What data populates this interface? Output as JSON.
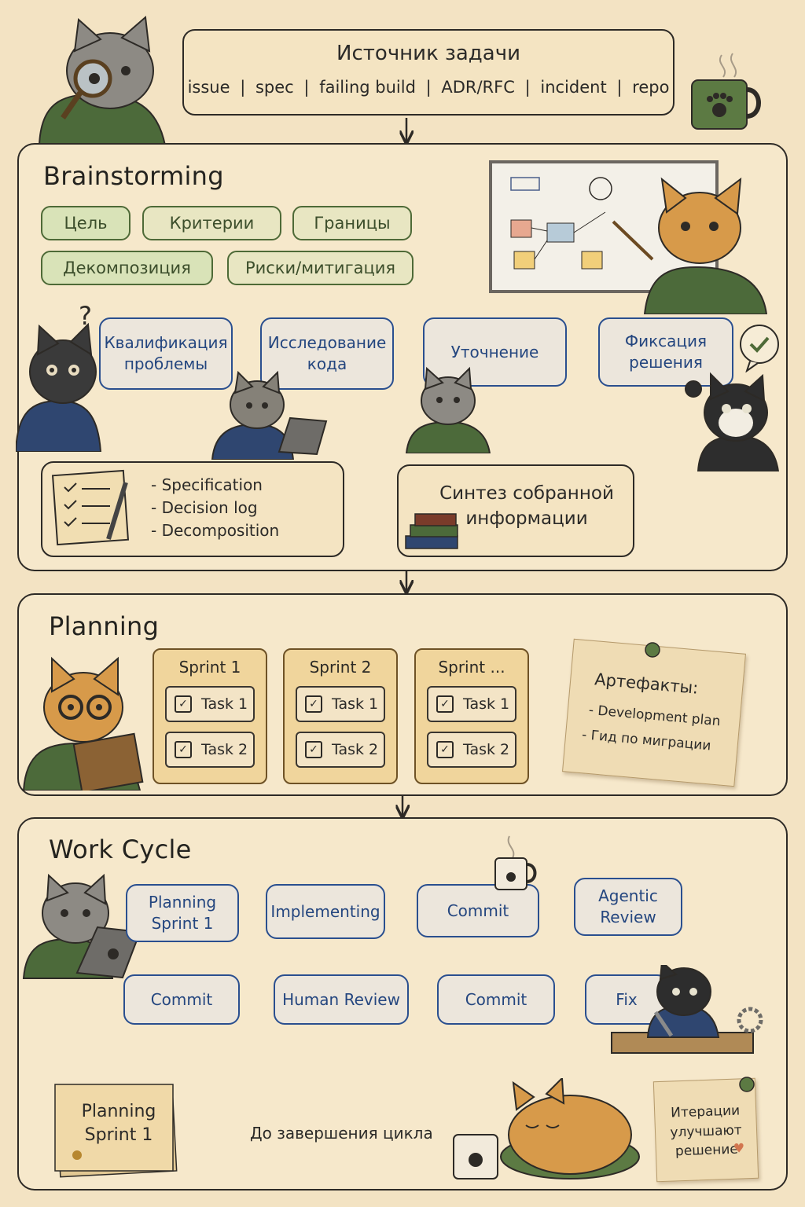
{
  "source": {
    "title": "Источник задачи",
    "items": [
      "issue",
      "spec",
      "failing build",
      "ADR/RFC",
      "incident",
      "repo"
    ],
    "separator": "|"
  },
  "brainstorming": {
    "title": "Brainstorming",
    "tags": [
      "Цель",
      "Критерии",
      "Границы",
      "Декомпозиция",
      "Риски/митигация"
    ],
    "steps": [
      "Квалификация проблемы",
      "Исследование кода",
      "Уточнение",
      "Фиксация решения"
    ],
    "synthesis": "Синтез собранной информации",
    "outputs": [
      "- Specification",
      "- Decision log",
      "- Decomposition"
    ],
    "question_mark": "?"
  },
  "planning": {
    "title": "Planning",
    "sprints": [
      {
        "name": "Sprint 1",
        "tasks": [
          "Task 1",
          "Task 2"
        ]
      },
      {
        "name": "Sprint 2",
        "tasks": [
          "Task 1",
          "Task 2"
        ]
      },
      {
        "name": "Sprint ...",
        "tasks": [
          "Task 1",
          "Task 2"
        ]
      }
    ],
    "artifacts": {
      "title": "Артефакты:",
      "items": [
        "- Development plan",
        "- Гид по миграции"
      ]
    }
  },
  "work_cycle": {
    "title": "Work Cycle",
    "row1": [
      "Planning Sprint 1",
      "Implementing",
      "Commit",
      "Agentic Review"
    ],
    "row2": [
      "Commit",
      "Human Review",
      "Commit",
      "Fix"
    ],
    "final_card": "Planning Sprint 1",
    "until_text": "До завершения цикла",
    "note": "Итерации улучшают решение"
  },
  "colors": {
    "background": "#f3e3c3",
    "flow_blue": "#2a4f8f",
    "tag_green": "#4e6a37",
    "sprint_card": "#f0d59c"
  },
  "icons": [
    "cat-detective-icon",
    "coffee-mug-icon",
    "whiteboard-icon",
    "cat-laptop-icon",
    "checkmark-bubble-icon",
    "clipboard-icon",
    "books-icon",
    "pushpin-icon",
    "sleeping-cat-icon",
    "heart-icon",
    "wrench-icon",
    "gear-icon",
    "paw-icon"
  ]
}
